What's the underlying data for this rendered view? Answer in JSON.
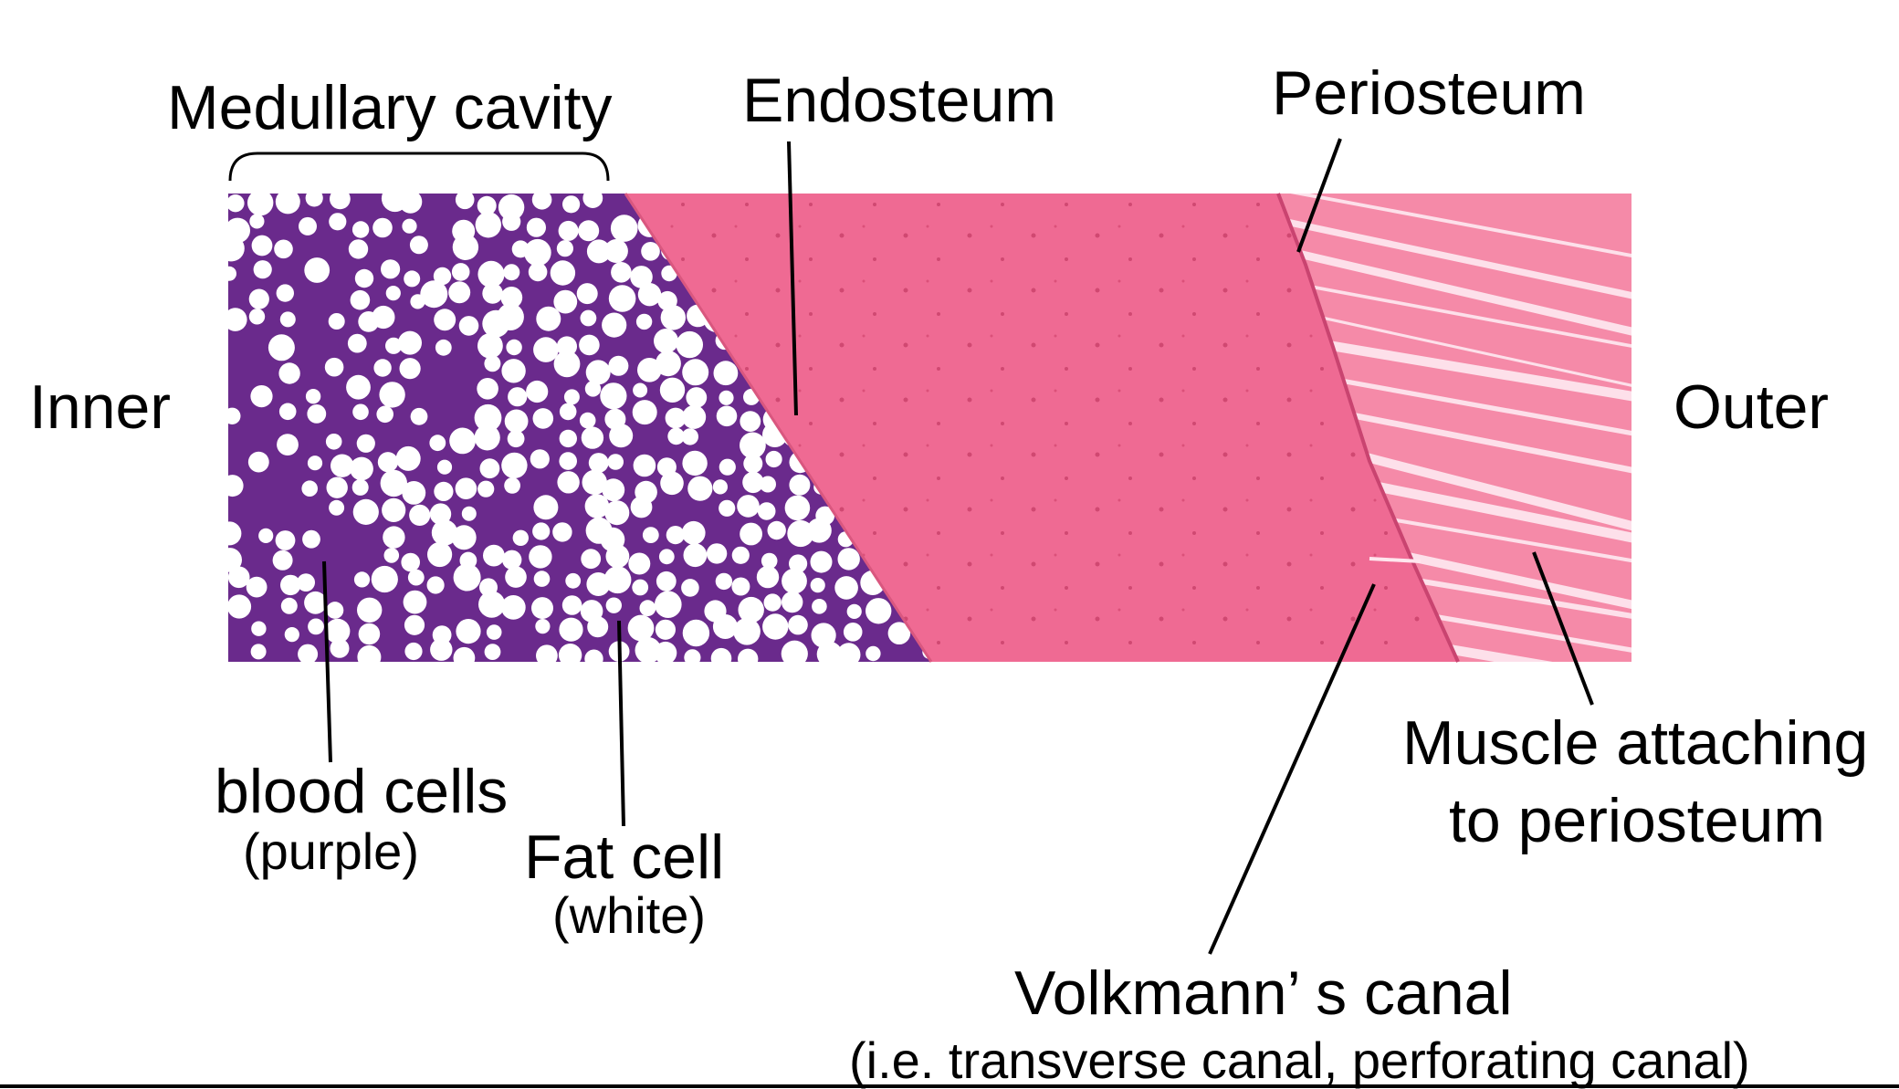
{
  "labels": {
    "medullary_cavity": "Medullary cavity",
    "endosteum": "Endosteum",
    "periosteum": "Periosteum",
    "inner": "Inner",
    "outer": "Outer",
    "blood_cells": "blood cells",
    "blood_cells_note": "(purple)",
    "fat_cell": "Fat cell",
    "fat_cell_note": "(white)",
    "muscle_line1": "Muscle attaching",
    "muscle_line2": "to periosteum",
    "volkmann": "Volkmann’ s canal",
    "volkmann_note": "(i.e. transverse canal, perforating canal)"
  },
  "colors": {
    "marrow_purple": "#6a2a8c",
    "fat_white": "#ffffff",
    "bone_pink": "#ef6a93",
    "muscle_pink": "#f58aa8",
    "muscle_streak": "#fde0ea",
    "line": "#000000"
  }
}
